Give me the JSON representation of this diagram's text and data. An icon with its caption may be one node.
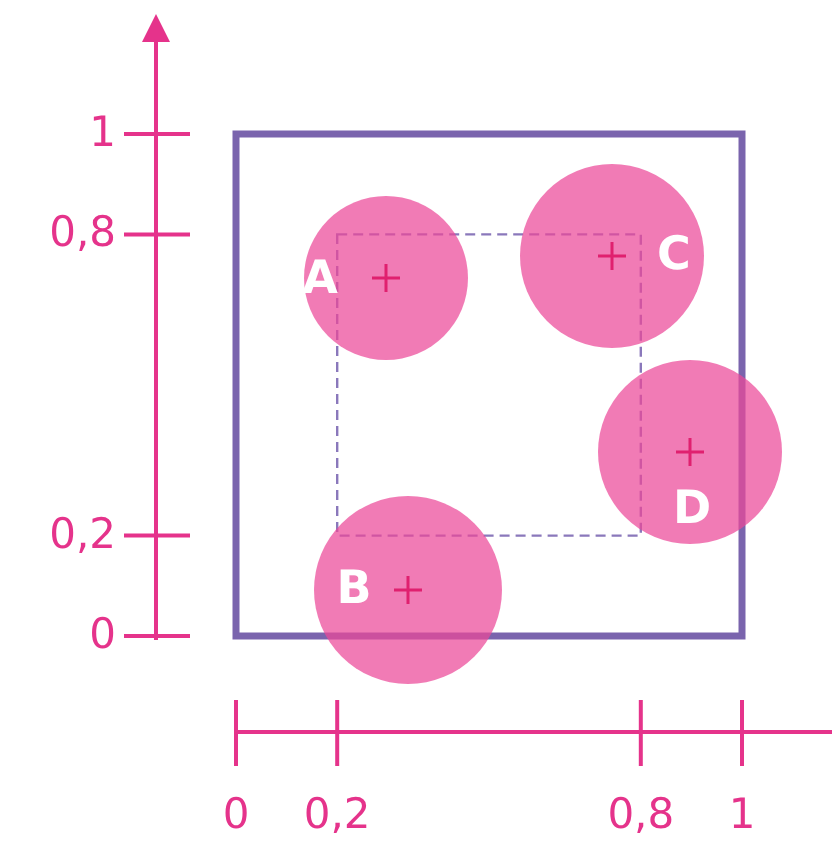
{
  "diagram": {
    "nodes": [
      {
        "text": [
          "A"
        ]
      },
      {
        "text": [
          "C"
        ]
      },
      {
        "text": [
          "D"
        ]
      },
      {
        "text": [
          "B"
        ]
      }
    ],
    "labels": [
      "1",
      "0,8",
      "0,2",
      "0",
      "0",
      "0,2",
      "0,8",
      "1"
    ]
  }
}
